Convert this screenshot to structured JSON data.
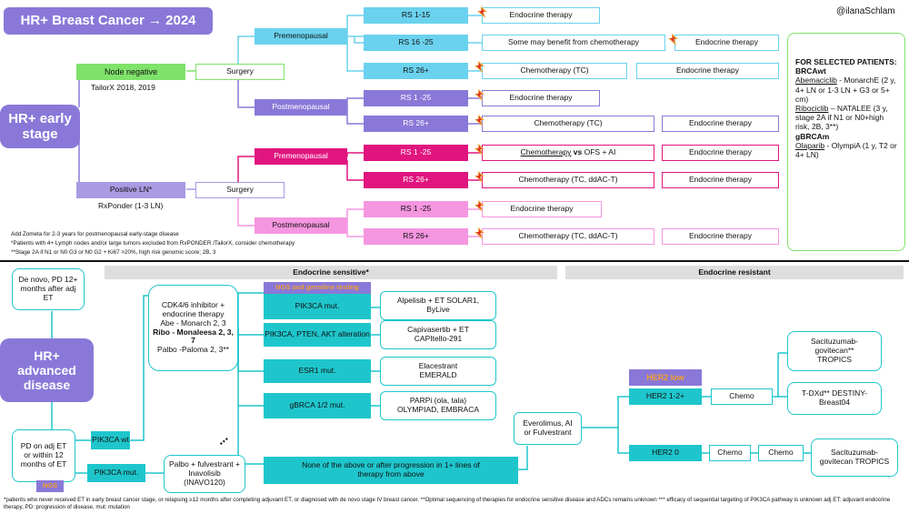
{
  "colors": {
    "purple": "#8a78d8",
    "cyan": "#6ad2ee",
    "green": "#7fe26a",
    "magenta": "#e0157f",
    "pink": "#f596e0",
    "teal": "#1ec6cc",
    "lavender": "#a99ae2",
    "gray_band": "#dedede",
    "orange": "#f0a030"
  },
  "header": {
    "title": "HR+ Breast Cancer → 2024",
    "handle": "@ilanaSchlam"
  },
  "top": {
    "early_stage": "HR+ early stage",
    "node_negative": {
      "label": "Node negative",
      "sub": "TailorX 2018, 2019",
      "surgery": "Surgery"
    },
    "positive_ln": {
      "label": "Positive LN*",
      "sub": "RxPonder (1-3 LN)",
      "surgery": "Surgery"
    },
    "premenopausal": "Premenopausal",
    "postmenopausal": "Postmenopausal",
    "nn_pre": [
      {
        "rs": "RS 1-15",
        "therapy": "Endocrine therapy"
      },
      {
        "rs": "RS 16 -25",
        "therapy": "Some may benefit from chemotherapy",
        "therapy2": "Endocrine therapy"
      },
      {
        "rs": "RS 26+",
        "therapy": "Chemotherapy (TC)",
        "therapy2": "Endocrine therapy"
      }
    ],
    "nn_post": [
      {
        "rs": "RS 1 -25",
        "therapy": "Endocrine therapy"
      },
      {
        "rs": "RS 26+",
        "therapy": "Chemotherapy (TC)",
        "therapy2": "Endocrine therapy"
      }
    ],
    "ln_pre": [
      {
        "rs": "RS 1 -25",
        "therapy_a": "Chemotherapy",
        "therapy_b": " vs ",
        "therapy_c": "OFS + AI",
        "therapy2": "Endocrine therapy"
      },
      {
        "rs": "RS 26+",
        "therapy": "Chemotherapy (TC, ddAC-T)",
        "therapy2": "Endocrine therapy"
      }
    ],
    "ln_post": [
      {
        "rs": "RS 1 -25",
        "therapy": "Endocrine therapy"
      },
      {
        "rs": "RS 26+",
        "therapy": "Chemotherapy (TC, ddAC-T)",
        "therapy2": "Endocrine therapy"
      }
    ],
    "selected": {
      "heading": "FOR SELECTED PATIENTS:",
      "brcawt": "BRCAwt",
      "abema_name": "Abemaciclib",
      "abema_text": " - MonarchE (2 y, 4+ LN or 1-3 LN + G3 or 5+ cm)",
      "ribo_name": "Ribociclib",
      "ribo_text": " – NATALEE (3 y, stage 2A if N1 or N0+high risk, 2B, 3**)",
      "gbrcam": "gBRCAm",
      "olap_name": "Olaparib",
      "olap_text": " - OlympiA (1 y, T2 or 4+ LN)"
    },
    "footnotes": [
      "Add Zometa for 2-3 years for postmenopausal early-stage disease",
      "*Patients with 4+ Lymph nodes and/or large tumors excluded from RxPONDER /TailorX, consider chemotherapy",
      "**Stage 2A if N1 or N0 G3 or N0 G2 + Ki67 >20%, high risk genomic score; 2B, 3"
    ]
  },
  "bottom": {
    "endocrine_sensitive": "Endocrine sensitive*",
    "endocrine_resistant": "Endocrine resistant",
    "de_novo": "De novo, PD 12+ months after adj ET",
    "advanced": "HR+ advanced disease",
    "pd_adj": "PD on adj ET or within 12 months of ET",
    "ngs": "NGS",
    "pik3ca_wt": "PIK3CA wt",
    "pik3ca_mut_left": "PIK3CA mut.",
    "cdk": {
      "l1": "CDK4/6 inhibitor + endocrine therapy",
      "l2": "Abe - Monarch 2, 3",
      "l3": "Ribo - Monaleesa 2, 3, 7",
      "l4": "Palbo -Paloma 2, 3**"
    },
    "palbo_fulv": "Palbo + fulvestrant + Inavolisib (INAVO120)",
    "dots": "...",
    "ngs_germline": "NGS and germline testing",
    "targets": [
      {
        "label": "PIK3CA mut.",
        "therapy": "Alpelisib + ET SOLAR1, ByLive"
      },
      {
        "label": "PIK3CA, PTEN, AKT  alteration",
        "therapy": "Capivasertib + ET CAPItello-291"
      },
      {
        "label": "ESR1 mut.",
        "therapy": "Elacestrant EMERALD"
      },
      {
        "label": "gBRCA 1/2 mut.",
        "therapy": "PARPi (ola, tala) OLYMPIAD, EMBRACA"
      }
    ],
    "none_above": "None of the above or after progression in 1+ lines of therapy from above",
    "everolimus": "Everolimus, AI or Fulvestrant",
    "her2_low": "HER2 low",
    "her2_12": "HER2 1-2+",
    "her2_0": "HER2 0",
    "chemo": "Chemo",
    "sacituzumab_top": "Sacituzumab-govitecan** TROPICS",
    "tdxd": "T-DXd** DESTINY-Breast04",
    "sacituzumab_bot": "Sacituzumab-govitecan TROPICS",
    "footnote": "*patients who never received ET in early breast cancer stage, or relapsing ≥12 months after completing adjuvant ET, or diagnosed with de novo stage IV breast cancer. **Optimal sequencing of therapies for endocrine sensitive disease and ADCs remains unknown *** efficacy of sequential targeting of PIK3CA pathway is unknown  adj ET: adjuvant endocrine therapy, PD: progression of disease, mut: mutation"
  }
}
